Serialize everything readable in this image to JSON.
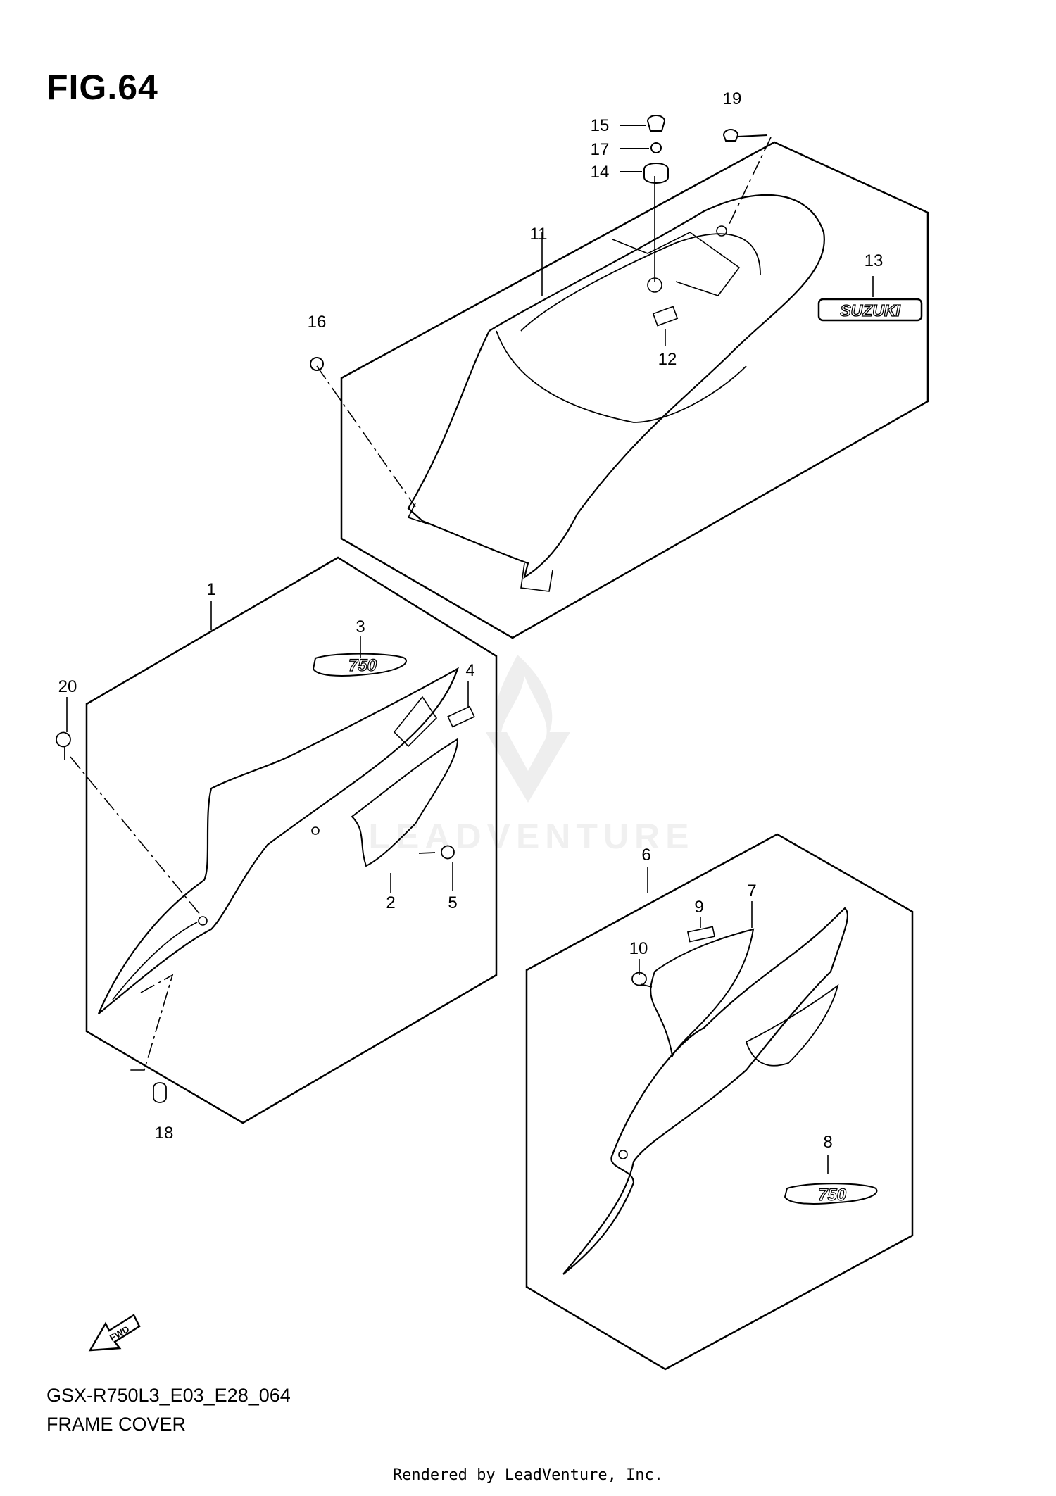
{
  "figure": {
    "title": "FIG.64",
    "model_code": "GSX-R750L3_E03_E28_064",
    "section_name": "FRAME COVER",
    "rendered_by": "Rendered by LeadVenture, Inc.",
    "watermark": "LEADVENTURE"
  },
  "callouts": [
    "1",
    "2",
    "3",
    "4",
    "5",
    "6",
    "7",
    "8",
    "9",
    "10",
    "11",
    "12",
    "13",
    "14",
    "15",
    "16",
    "17",
    "18",
    "19",
    "20"
  ],
  "emblems": {
    "suzuki": "SUZUKI",
    "model_750_a": "750",
    "model_750_b": "750"
  },
  "icons": {
    "fwd": "FWD"
  },
  "colors": {
    "line": "#000000",
    "watermark": "#d9d9d9"
  }
}
